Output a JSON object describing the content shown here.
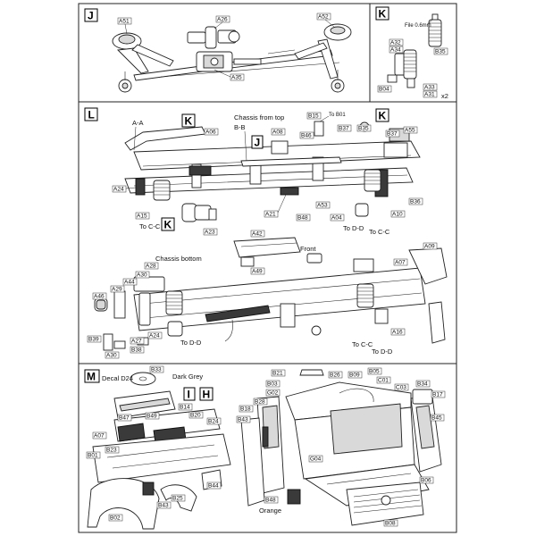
{
  "steps": {
    "J": "J",
    "K": "K",
    "L": "L",
    "M": "M",
    "I": "I",
    "H": "H"
  },
  "panel_j": {
    "labels": [
      "A51",
      "A26",
      "A52",
      "A35"
    ]
  },
  "panel_k": {
    "labels": [
      "File 0.6mm",
      "A32",
      "A34",
      "B35",
      "B04",
      "A33",
      "A31"
    ],
    "quantity": "x2"
  },
  "panel_l": {
    "section_a": "A-A",
    "section_b": "B-B",
    "chassis_top": "Chassis from top",
    "chassis_bottom": "Chassis bottom",
    "front": "Front",
    "to_b01": "To B01",
    "to_cc": "To C-C",
    "to_dd": "To D-D",
    "labels_top": [
      "A06",
      "A08",
      "B46",
      "B15",
      "B37",
      "B35",
      "B37",
      "A55",
      "A24",
      "A15",
      "A21",
      "B48",
      "A53",
      "A04",
      "A10",
      "B36",
      "A23",
      "A42"
    ],
    "labels_bottom": [
      "A49",
      "A09",
      "A07",
      "A28",
      "A30",
      "A44",
      "A29",
      "A46",
      "A24",
      "A27",
      "B38",
      "B39",
      "A30",
      "A16"
    ]
  },
  "panel_m": {
    "decal": "Decal D24",
    "dark_grey": "Dark Grey",
    "orange": "Orange",
    "labels_left": [
      "B33",
      "B47",
      "B49",
      "B14",
      "B20",
      "B24",
      "A07",
      "B23",
      "B01",
      "B44",
      "B25",
      "B43",
      "B02"
    ],
    "labels_right": [
      "B21",
      "B26",
      "B09",
      "B05",
      "C01",
      "C03",
      "B34",
      "B17",
      "B03",
      "G02",
      "B28",
      "B18",
      "B43",
      "G04",
      "B45",
      "B06",
      "B48",
      "B08"
    ]
  }
}
